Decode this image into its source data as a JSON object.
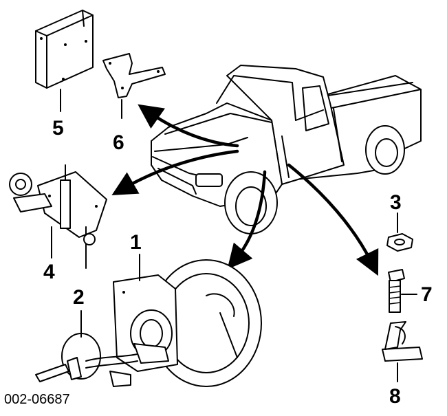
{
  "diagram": {
    "figure_id": "002-06687",
    "callouts": {
      "c1": "1",
      "c2": "2",
      "c3": "3",
      "c4": "4",
      "c5": "5",
      "c6": "6",
      "c7": "7",
      "c8": "8"
    },
    "line_color": "#000000",
    "background": "#ffffff"
  }
}
